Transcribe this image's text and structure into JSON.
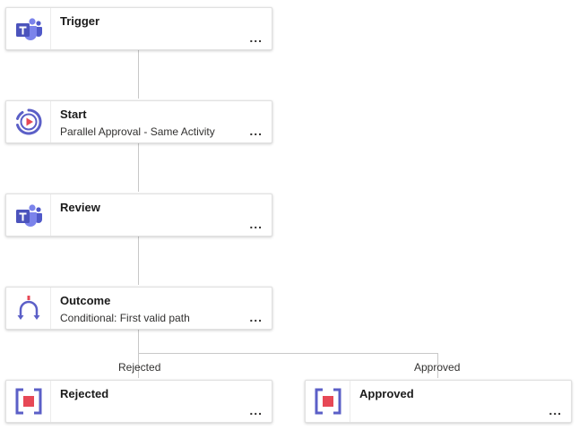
{
  "nodes": {
    "trigger": {
      "title": "Trigger",
      "subtitle": "",
      "icon": "teams-icon"
    },
    "start": {
      "title": "Start",
      "subtitle": "Parallel Approval - Same Activity",
      "icon": "start-play-icon"
    },
    "review": {
      "title": "Review",
      "subtitle": "",
      "icon": "teams-icon"
    },
    "outcome": {
      "title": "Outcome",
      "subtitle": "Conditional: First valid path",
      "icon": "conditional-branch-icon"
    },
    "rejected": {
      "title": "Rejected",
      "subtitle": "",
      "icon": "stop-bracket-icon"
    },
    "approved": {
      "title": "Approved",
      "subtitle": "",
      "icon": "stop-bracket-icon"
    }
  },
  "branches": {
    "rejected_label": "Rejected",
    "approved_label": "Approved"
  },
  "more_label": "...",
  "colors": {
    "teams_purple": "#5b5fc7",
    "accent_red": "#e74856",
    "connector": "#c8c8c8"
  }
}
